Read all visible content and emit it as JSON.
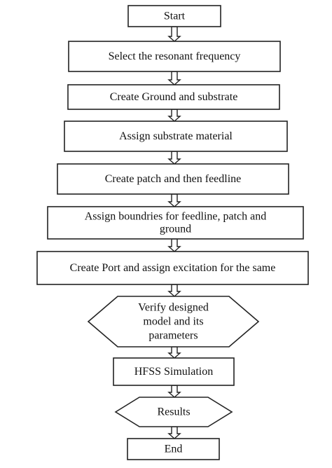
{
  "flowchart": {
    "steps": [
      {
        "id": "start",
        "lines": [
          "Start"
        ]
      },
      {
        "id": "select-frequency",
        "lines": [
          "Select the resonant frequency"
        ]
      },
      {
        "id": "create-ground-substrate",
        "lines": [
          "Create Ground and substrate"
        ]
      },
      {
        "id": "assign-substrate-material",
        "lines": [
          "Assign substrate material"
        ]
      },
      {
        "id": "create-patch-feedline",
        "lines": [
          "Create patch and then feedline"
        ]
      },
      {
        "id": "assign-boundries",
        "lines": [
          "Assign boundries for feedline, patch and",
          "ground"
        ]
      },
      {
        "id": "create-port-excitation",
        "lines": [
          "Create Port and assign excitation for the same"
        ]
      },
      {
        "id": "verify-model",
        "lines": [
          "Verify designed",
          "model and its",
          "parameters"
        ]
      },
      {
        "id": "hfss-simulation",
        "lines": [
          "HFSS Simulation"
        ]
      },
      {
        "id": "results",
        "lines": [
          "Results"
        ]
      },
      {
        "id": "end",
        "lines": [
          "End"
        ]
      }
    ]
  }
}
